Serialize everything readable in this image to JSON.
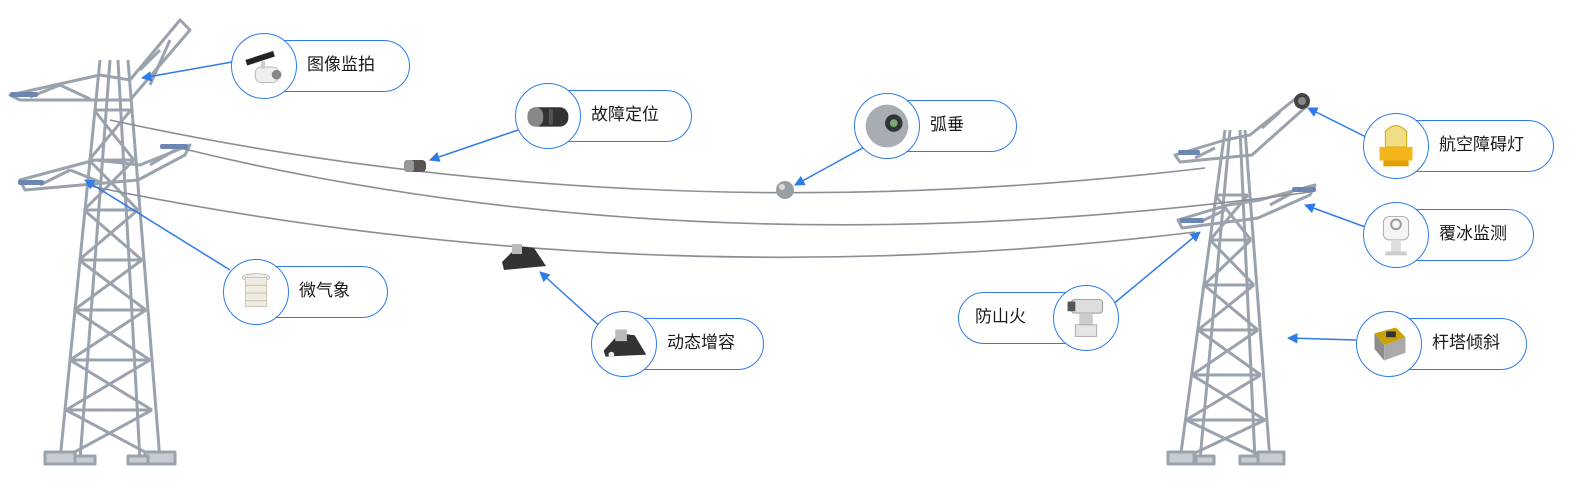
{
  "colors": {
    "accent": "#2f7be8",
    "steel": "#9aa3ad",
    "wire": "#8a8f96"
  },
  "callouts": [
    {
      "id": "image-monitor",
      "label": "图像监拍",
      "icon": "camera-icon"
    },
    {
      "id": "fault-location",
      "label": "故障定位",
      "icon": "fault-locator-icon"
    },
    {
      "id": "sag",
      "label": "弧垂",
      "icon": "sag-sensor-icon"
    },
    {
      "id": "aviation-light",
      "label": "航空障碍灯",
      "icon": "aviation-light-icon"
    },
    {
      "id": "ice-monitor",
      "label": "覆冰监测",
      "icon": "ice-sensor-icon"
    },
    {
      "id": "micro-weather",
      "label": "微气象",
      "icon": "weather-station-icon"
    },
    {
      "id": "dynamic-capacity",
      "label": "动态增容",
      "icon": "capacity-clamp-icon"
    },
    {
      "id": "fire-prevention",
      "label": "防山火",
      "icon": "ptz-camera-icon"
    },
    {
      "id": "tower-tilt",
      "label": "杆塔倾斜",
      "icon": "tilt-sensor-icon"
    }
  ]
}
